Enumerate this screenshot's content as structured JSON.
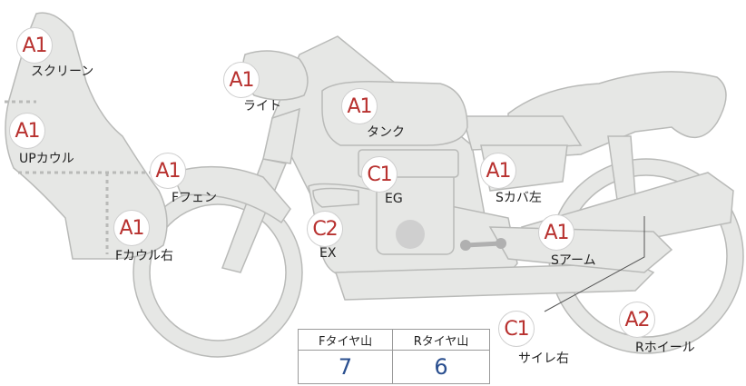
{
  "parts": [
    {
      "id": "screen",
      "grade": "A1",
      "label": "スクリーン"
    },
    {
      "id": "light",
      "grade": "A1",
      "label": "ライト"
    },
    {
      "id": "tank",
      "grade": "A1",
      "label": "タンク"
    },
    {
      "id": "upcowl",
      "grade": "A1",
      "label": "UPカウル"
    },
    {
      "id": "ffender",
      "grade": "A1",
      "label": "Fフェン"
    },
    {
      "id": "eg",
      "grade": "C1",
      "label": "EG"
    },
    {
      "id": "scover",
      "grade": "A1",
      "label": "Sカバ左"
    },
    {
      "id": "fcowl",
      "grade": "A1",
      "label": "Fカウル右"
    },
    {
      "id": "ex",
      "grade": "C2",
      "label": "EX"
    },
    {
      "id": "sarm",
      "grade": "A1",
      "label": "Sアーム"
    },
    {
      "id": "silencer",
      "grade": "C1",
      "label": "サイレ右"
    },
    {
      "id": "rwheel",
      "grade": "A2",
      "label": "Rホイール"
    }
  ],
  "tread": {
    "front_header": "Fタイヤ山",
    "rear_header": "Rタイヤ山",
    "front_value": "7",
    "rear_value": "6"
  },
  "colors": {
    "body_fill": "#e6e7e5",
    "body_stroke": "#b9bab8",
    "grade_text": "#b8312f",
    "value_text": "#2a4f8f"
  }
}
